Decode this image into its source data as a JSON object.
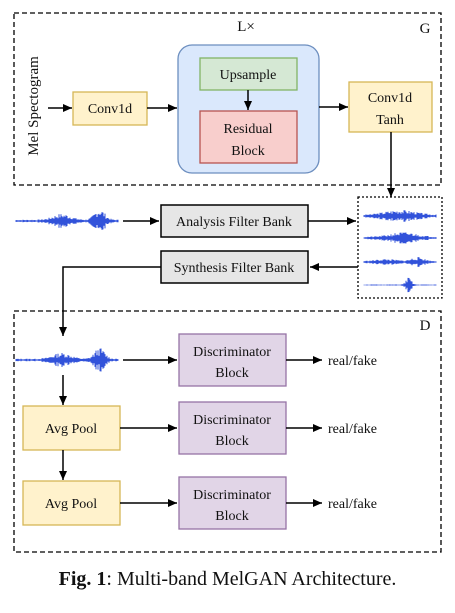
{
  "generator": {
    "section_label": "G",
    "loop_label": "L×",
    "input_label": "Mel Spectogram",
    "conv1d": "Conv1d",
    "upsample": "Upsample",
    "residual": [
      "Residual",
      "Block"
    ],
    "conv_tanh": [
      "Conv1d",
      "Tanh"
    ]
  },
  "filter_banks": {
    "analysis": "Analysis Filter Bank",
    "synthesis": "Synthesis Filter Bank"
  },
  "discriminator": {
    "section_label": "D",
    "blocks": [
      {
        "lines": [
          "Discriminator",
          "Block"
        ],
        "output": "real/fake"
      },
      {
        "lines": [
          "Discriminator",
          "Block"
        ],
        "output": "real/fake"
      },
      {
        "lines": [
          "Discriminator",
          "Block"
        ],
        "output": "real/fake"
      }
    ],
    "pools": [
      "Avg Pool",
      "Avg Pool"
    ]
  },
  "caption": {
    "fig": "Fig. 1",
    "text": ": Multi-band MelGAN Architecture."
  },
  "colors": {
    "yellow_fill": "#fff2cc",
    "yellow_stroke": "#d6b656",
    "green_fill": "#d5e8d4",
    "green_stroke": "#82b366",
    "red_fill": "#f8cecc",
    "red_stroke": "#b85450",
    "blue_fill": "#dae8fc",
    "blue_stroke": "#6c8ebf",
    "purple_fill": "#e1d5e7",
    "purple_stroke": "#9673a6",
    "gray_fill": "#e6e6e6",
    "wave": "#1a3fd6"
  }
}
